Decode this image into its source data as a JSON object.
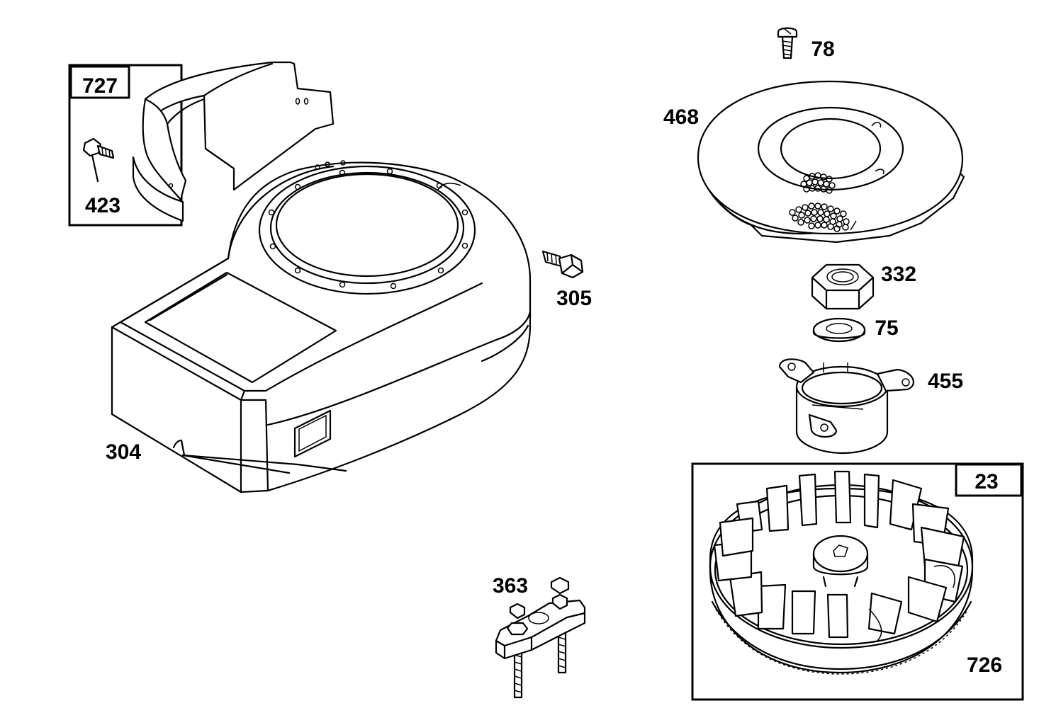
{
  "parts": {
    "p727": "727",
    "p423": "423",
    "p304": "304",
    "p305": "305",
    "p363": "363",
    "p78": "78",
    "p468": "468",
    "p332": "332",
    "p75": "75",
    "p455": "455",
    "p23": "23",
    "p726": "726"
  }
}
